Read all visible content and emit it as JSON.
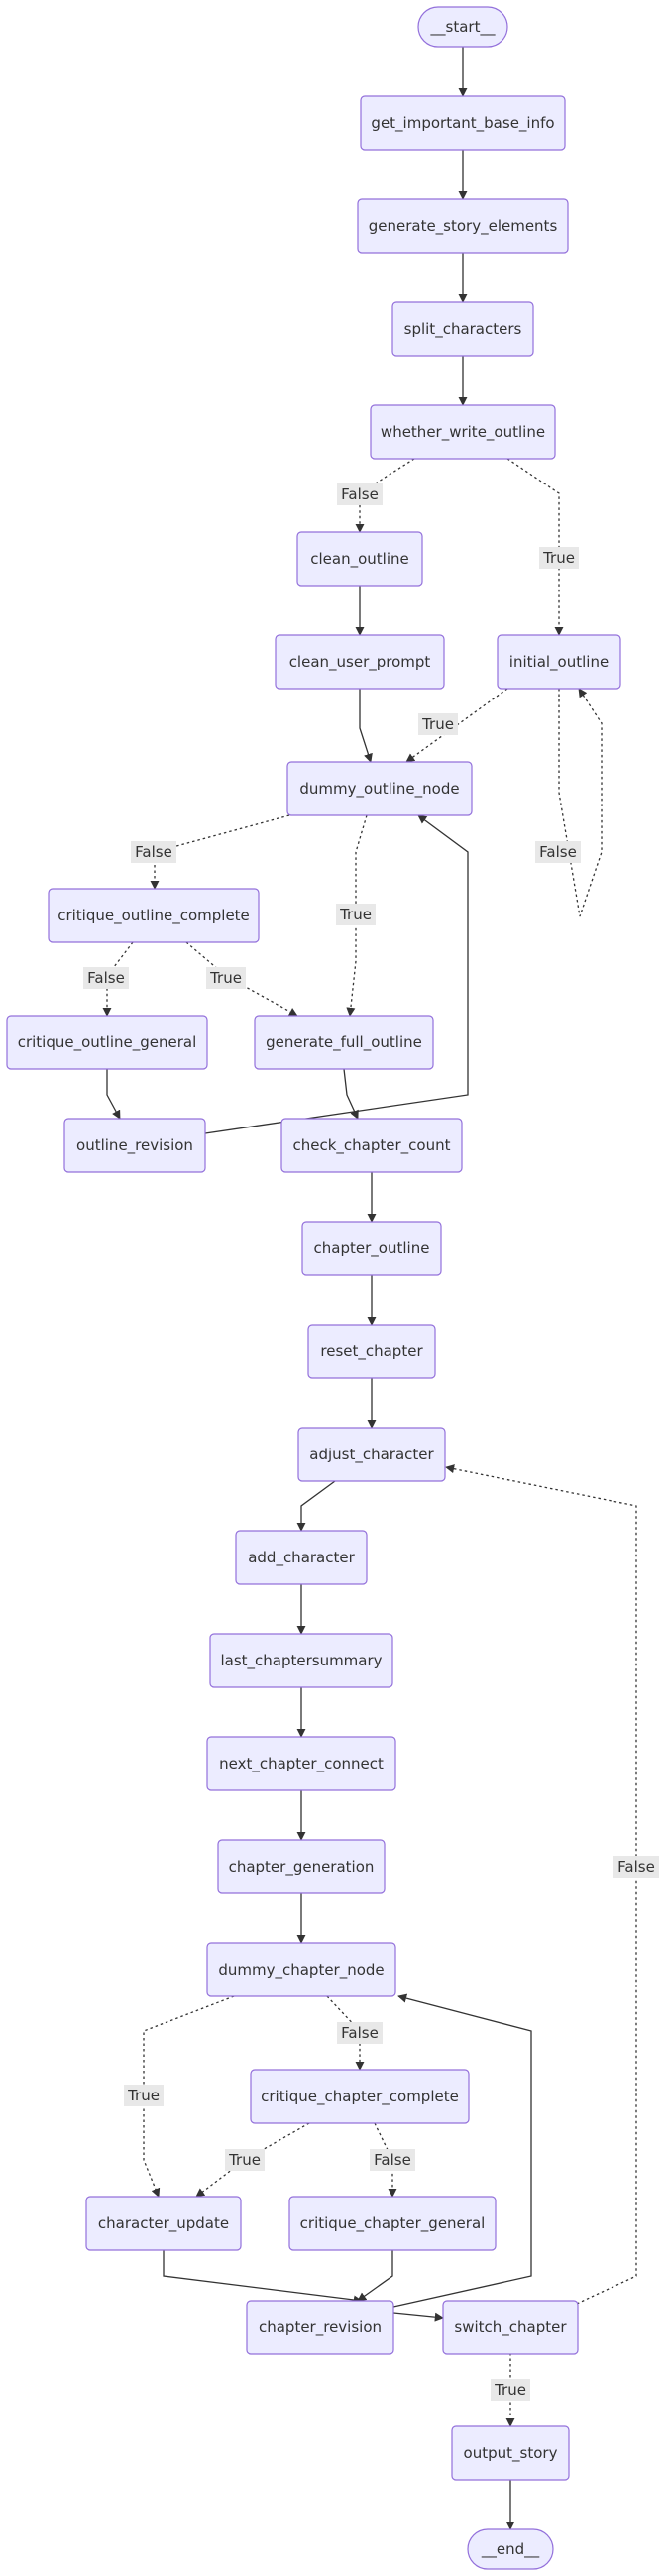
{
  "diagram": {
    "nodes": {
      "start": "__start__",
      "get_important_base_info": "get_important_base_info",
      "generate_story_elements": "generate_story_elements",
      "split_characters": "split_characters",
      "whether_write_outline": "whether_write_outline",
      "clean_outline": "clean_outline",
      "initial_outline": "initial_outline",
      "clean_user_prompt": "clean_user_prompt",
      "dummy_outline_node": "dummy_outline_node",
      "critique_outline_complete": "critique_outline_complete",
      "critique_outline_general": "critique_outline_general",
      "generate_full_outline": "generate_full_outline",
      "outline_revision": "outline_revision",
      "check_chapter_count": "check_chapter_count",
      "chapter_outline": "chapter_outline",
      "reset_chapter": "reset_chapter",
      "adjust_character": "adjust_character",
      "add_character": "add_character",
      "last_chaptersummary": "last_chaptersummary",
      "next_chapter_connect": "next_chapter_connect",
      "chapter_generation": "chapter_generation",
      "dummy_chapter_node": "dummy_chapter_node",
      "critique_chapter_complete": "critique_chapter_complete",
      "character_update": "character_update",
      "critique_chapter_general": "critique_chapter_general",
      "chapter_revision": "chapter_revision",
      "switch_chapter": "switch_chapter",
      "output_story": "output_story",
      "end": "__end__"
    },
    "edge_labels": {
      "whether_false": "False",
      "whether_true": "True",
      "initial_true": "True",
      "initial_loop_false": "False",
      "dummy_outline_false": "False",
      "dummy_outline_true": "True",
      "critique_outline_false": "False",
      "critique_outline_true": "True",
      "dummy_chapter_false": "False",
      "dummy_chapter_true": "True",
      "critique_chapter_true": "True",
      "critique_chapter_false": "False",
      "switch_false": "False",
      "switch_true": "True"
    },
    "colors": {
      "node_fill": "#ECECFF",
      "node_stroke": "#9370DB",
      "edge": "#333333",
      "label_bg": "#E8E8E8"
    }
  }
}
